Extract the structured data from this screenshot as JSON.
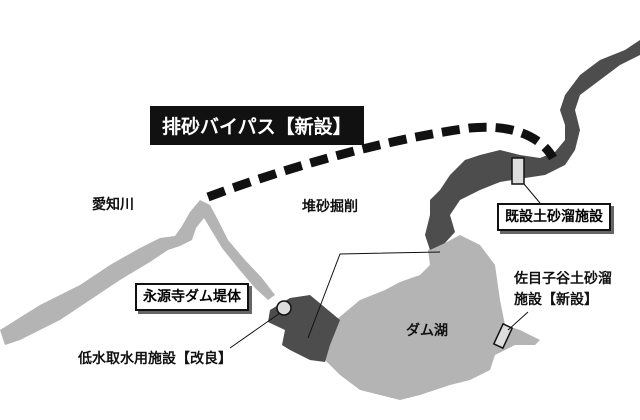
{
  "title": "排砂バイパス【新設】",
  "labels": {
    "river": "愛知川",
    "dredging": "堆砂掘削",
    "existing_trap": "既設土砂溜施設",
    "new_trap_line1": "佐目子谷土砂溜",
    "new_trap_line2": "施設【新設】",
    "dam_body": "永源寺ダム堤体",
    "intake": "低水取水用施設【改良】",
    "lake": "ダム湖"
  },
  "colors": {
    "light": "#b4b4b4",
    "dark": "#4d4d4d",
    "ink": "#111111"
  }
}
